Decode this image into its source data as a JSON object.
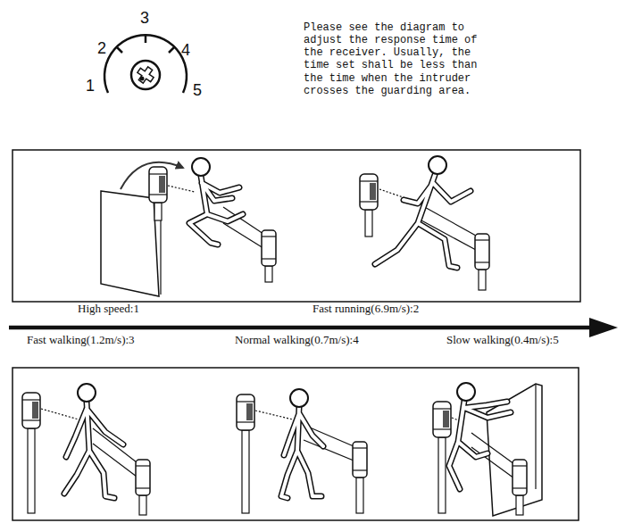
{
  "diagram": {
    "labels": [
      "1",
      "2",
      "3",
      "4",
      "5",
      "Please see the diagram to adjust the response time of the receiver. Usually, the time set shall be less than the time when the intruder crosses the guarding area.",
      "High speed:1",
      "Fast running(6.9m/s):2",
      "Fast walking(1.2m/s):3",
      "Normal walking(0.7m/s):4",
      "Slow walking(0.4m/s):5"
    ]
  }
}
